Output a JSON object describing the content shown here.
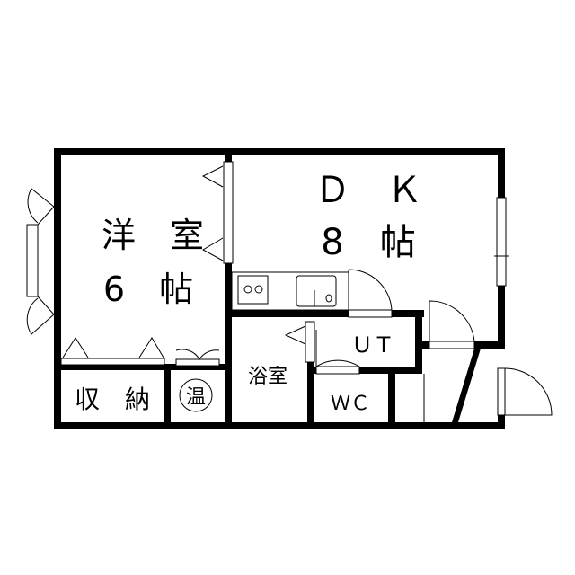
{
  "rooms": {
    "western_room": {
      "name": "洋　室",
      "size": "6　帖"
    },
    "dk": {
      "name": "Ｄ　Ｋ",
      "size": "8　帖"
    },
    "storage": {
      "name": "収　納"
    },
    "water_heater": {
      "name": "温"
    },
    "bathroom": {
      "name": "浴室"
    },
    "utility": {
      "name": "ＵＴ"
    },
    "toilet": {
      "name": "ＷＣ"
    }
  },
  "colors": {
    "wall": "#000000",
    "background": "#ffffff"
  }
}
